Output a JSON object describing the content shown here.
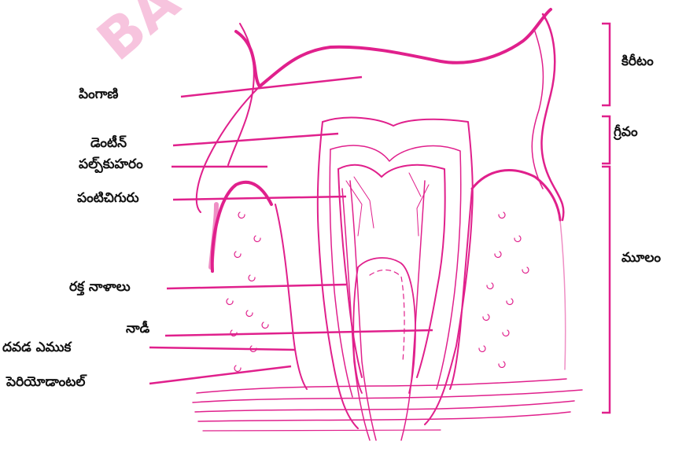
{
  "labels": {
    "enamel": "పింగాణి",
    "dentine": "డెంటీన్",
    "pulp_cavity": "పల్ప్‌కుహరం",
    "gum": "పంటిచిగురు",
    "blood_vessels": "రక్త నాళాలు",
    "nerve": "నాడీ",
    "jaw_bone": "దవడ ఎముక",
    "periodontal": "పెరియోడాంటల్"
  },
  "regions": {
    "crown": "కిరీటం",
    "neck": "గ్రీవం",
    "root": "మూలం"
  },
  "watermark": "BA",
  "colors": {
    "stroke": "#e0208c",
    "bracket": "#e0208c",
    "text": "#111111",
    "watermark": "#f4b0d2"
  }
}
